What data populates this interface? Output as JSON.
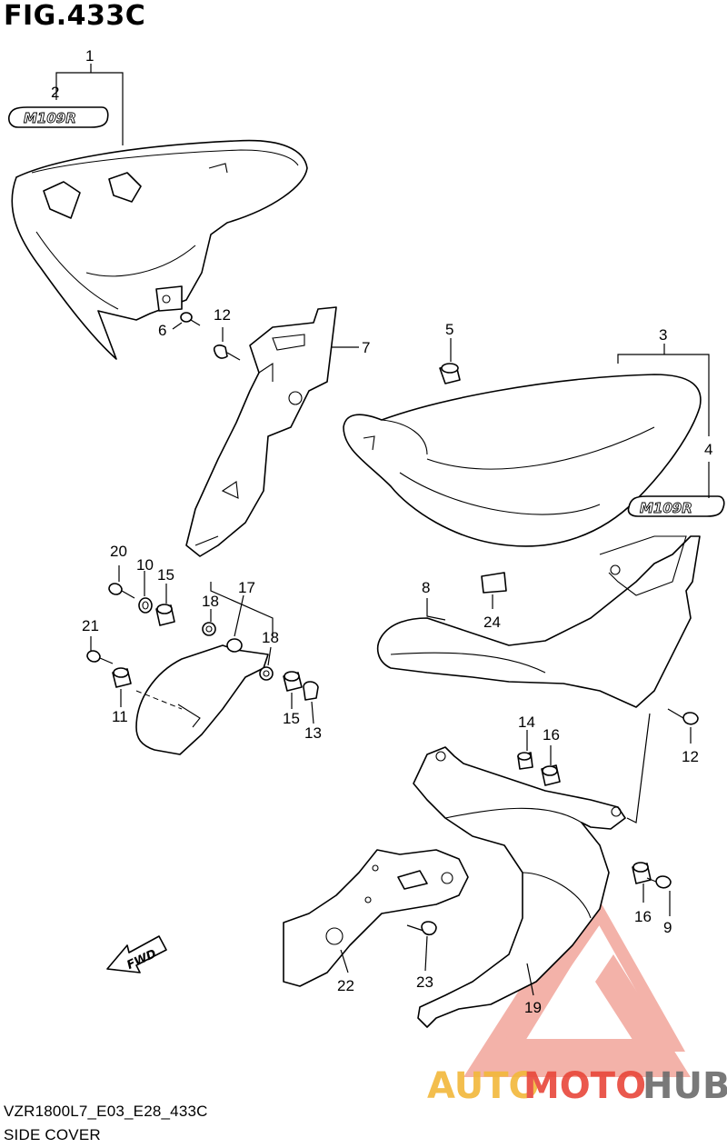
{
  "figure": {
    "title": "FIG.433C",
    "model_code": "VZR1800L7_E03_E28_433C",
    "section_name": "SIDE COVER",
    "emblem_text": "M109R",
    "fwd_label": "FWD"
  },
  "callouts": {
    "c1": "1",
    "c2": "2",
    "c3": "3",
    "c4": "4",
    "c5": "5",
    "c6": "6",
    "c7": "7",
    "c8": "8",
    "c9": "9",
    "c10": "10",
    "c11": "11",
    "c12a": "12",
    "c12b": "12",
    "c13": "13",
    "c14": "14",
    "c15a": "15",
    "c15b": "15",
    "c16a": "16",
    "c16b": "16",
    "c17": "17",
    "c18a": "18",
    "c18b": "18",
    "c19": "19",
    "c20": "20",
    "c21": "21",
    "c22": "22",
    "c23": "23",
    "c24": "24"
  },
  "watermark": {
    "part1": "AUTO",
    "part2": "MOTO",
    "part3": "HUB",
    "colors": {
      "auto": "#f2b83a",
      "moto": "#e8473a",
      "hub": "#6b6b6b",
      "logo": "#e8473a"
    }
  }
}
